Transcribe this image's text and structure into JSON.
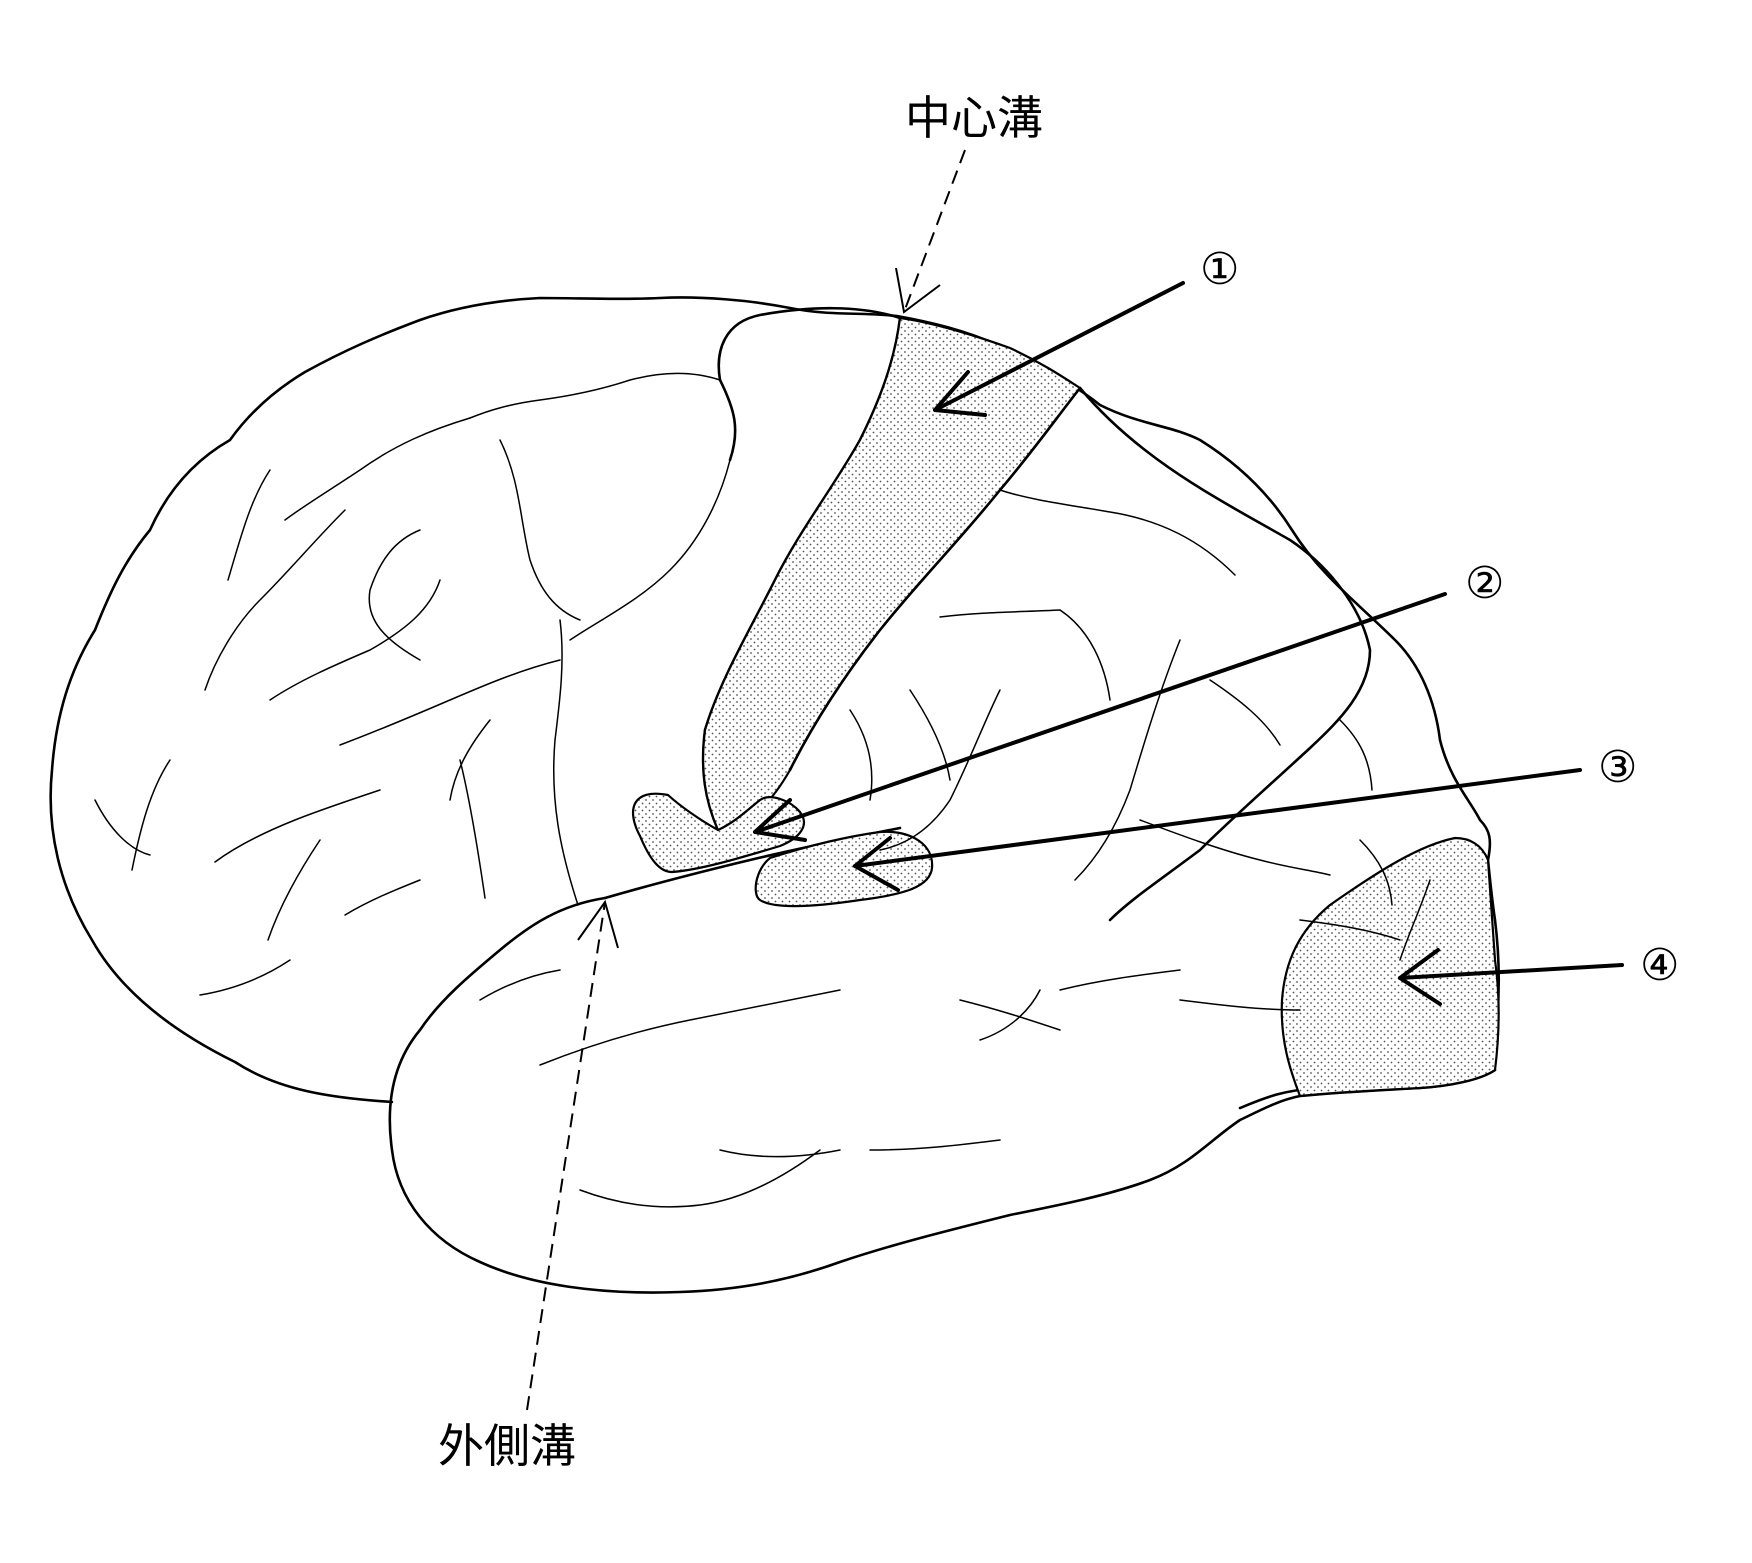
{
  "labels": {
    "central_sulcus": "中心溝",
    "lateral_sulcus": "外側溝",
    "marker_1": "①",
    "marker_2": "②",
    "marker_3": "③",
    "marker_4": "④"
  },
  "colors": {
    "line": "#000000",
    "background": "#ffffff"
  }
}
